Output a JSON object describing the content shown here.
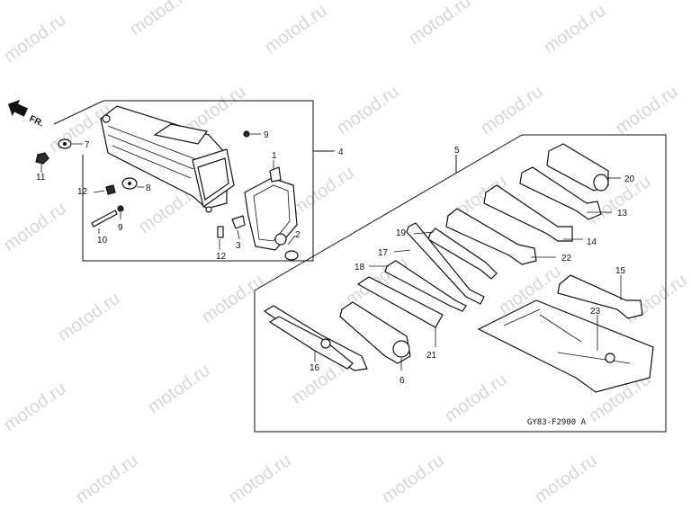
{
  "watermark": "motod.ru",
  "front_marker": "FR.",
  "diagram_code": "GY83-F2900 A",
  "callouts": [
    "1",
    "2",
    "3",
    "4",
    "5",
    "6",
    "7",
    "8",
    "9",
    "9",
    "10",
    "11",
    "12",
    "12",
    "13",
    "14",
    "15",
    "16",
    "17",
    "18",
    "19",
    "20",
    "21",
    "22",
    "23"
  ]
}
